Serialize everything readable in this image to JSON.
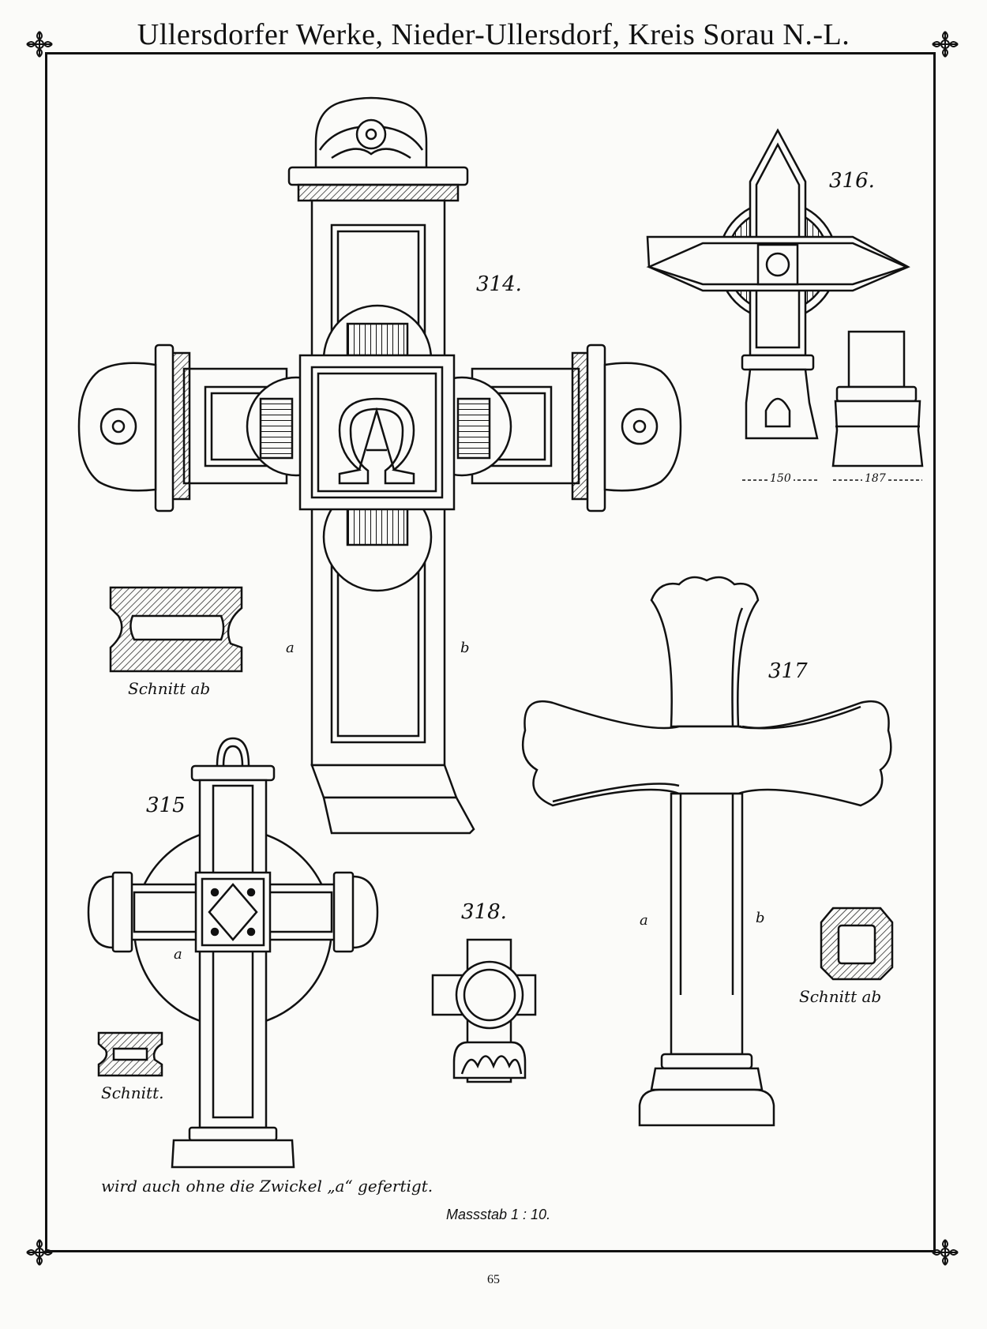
{
  "header": {
    "title": "Ullersdorfer Werke, Nieder-Ullersdorf, Kreis Sorau N.-L."
  },
  "items": {
    "n314": "314.",
    "n315": "315",
    "n316": "316.",
    "n317": "317",
    "n318": "318."
  },
  "labels": {
    "a_314": "a",
    "b_314": "b",
    "a_315": "a",
    "a_317": "a",
    "b_317": "b",
    "schnitt_ab_314": "Schnitt ab",
    "schnitt_315": "Schnitt.",
    "schnitt_ab_317": "Schnitt ab",
    "dim_150": "150",
    "dim_187": "187"
  },
  "footer": {
    "note": "wird auch ohne die Zwickel „a“ gefertigt.",
    "scale": "Massstab 1 : 10.",
    "page_number": "65"
  }
}
